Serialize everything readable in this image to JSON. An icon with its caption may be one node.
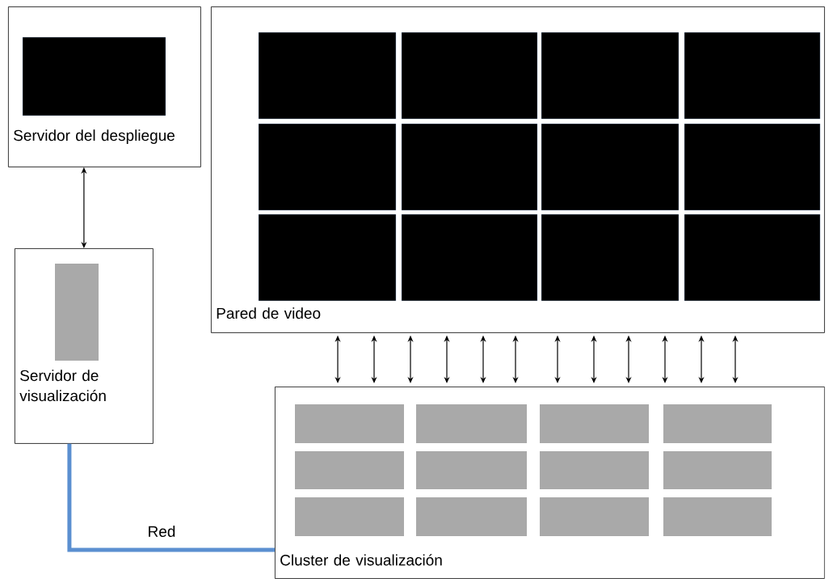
{
  "diagram": {
    "nodes": [
      {
        "text": [
          "Servidor del despliegue"
        ]
      },
      {
        "text": [
          "Servidor de visualización"
        ]
      },
      {
        "text": [
          "Pared de video"
        ]
      },
      {
        "text": [
          "Cluster de visualización"
        ]
      }
    ],
    "edges": [
      {
        "from": 0,
        "to": 1,
        "arrow": "both"
      },
      {
        "from": 2,
        "to": 3,
        "arrow": "both"
      },
      {
        "from": 2,
        "to": 3,
        "arrow": "both"
      },
      {
        "from": 2,
        "to": 3,
        "arrow": "both"
      },
      {
        "from": 2,
        "to": 3,
        "arrow": "both"
      },
      {
        "from": 2,
        "to": 3,
        "arrow": "both"
      },
      {
        "from": 2,
        "to": 3,
        "arrow": "both"
      },
      {
        "from": 2,
        "to": 3,
        "arrow": "both"
      },
      {
        "from": 2,
        "to": 3,
        "arrow": "both"
      },
      {
        "from": 2,
        "to": 3,
        "arrow": "both"
      },
      {
        "from": 2,
        "to": 3,
        "arrow": "both"
      },
      {
        "from": 2,
        "to": 3,
        "arrow": "both"
      },
      {
        "from": 2,
        "to": 3,
        "arrow": "both"
      },
      {
        "from": 1,
        "to": 3,
        "arrow": "none",
        "label": "Red",
        "style": "thick",
        "color": "#5b8fd0"
      }
    ]
  }
}
